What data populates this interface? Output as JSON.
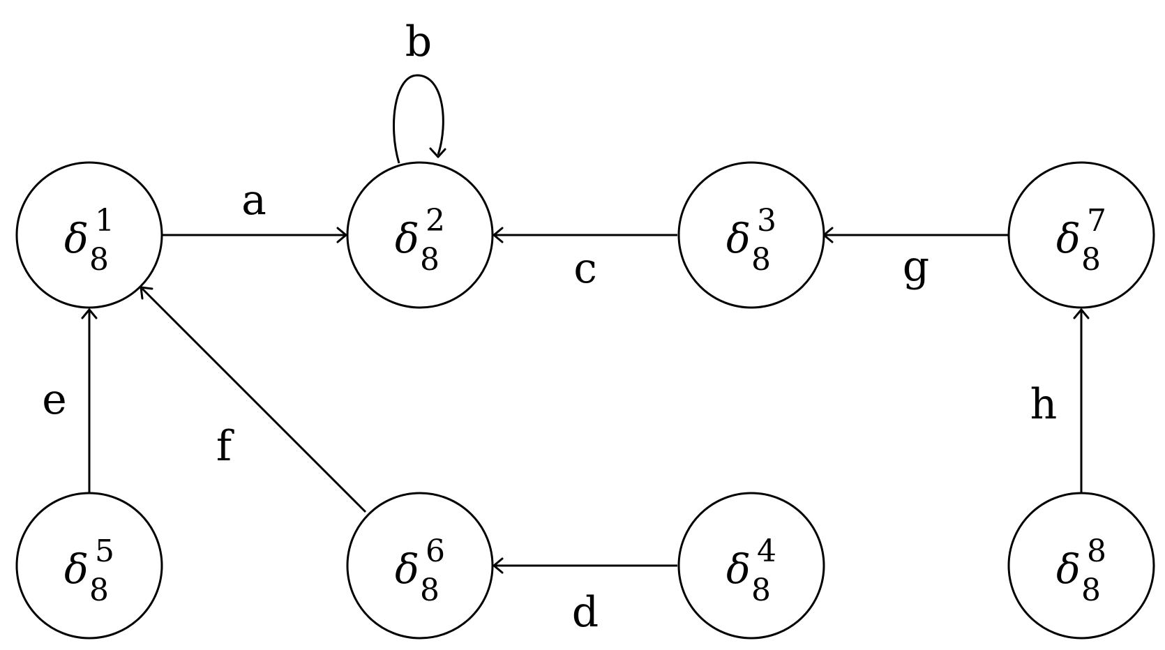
{
  "nodes": [
    {
      "id": "n1",
      "base": "δ",
      "sub": "8",
      "sup": "1"
    },
    {
      "id": "n2",
      "base": "δ",
      "sub": "8",
      "sup": "2"
    },
    {
      "id": "n3",
      "base": "δ",
      "sub": "8",
      "sup": "3"
    },
    {
      "id": "n7",
      "base": "δ",
      "sub": "8",
      "sup": "7"
    },
    {
      "id": "n5",
      "base": "δ",
      "sub": "8",
      "sup": "5"
    },
    {
      "id": "n6",
      "base": "δ",
      "sub": "8",
      "sup": "6"
    },
    {
      "id": "n4",
      "base": "δ",
      "sub": "8",
      "sup": "4"
    },
    {
      "id": "n8",
      "base": "δ",
      "sub": "8",
      "sup": "8"
    }
  ],
  "edges": [
    {
      "from": "n1",
      "to": "n2",
      "label": "a"
    },
    {
      "from": "n2",
      "to": "n2",
      "label": "b"
    },
    {
      "from": "n3",
      "to": "n2",
      "label": "c"
    },
    {
      "from": "n4",
      "to": "n6",
      "label": "d"
    },
    {
      "from": "n5",
      "to": "n1",
      "label": "e"
    },
    {
      "from": "n6",
      "to": "n1",
      "label": "f"
    },
    {
      "from": "n7",
      "to": "n3",
      "label": "g"
    },
    {
      "from": "n8",
      "to": "n7",
      "label": "h"
    }
  ]
}
